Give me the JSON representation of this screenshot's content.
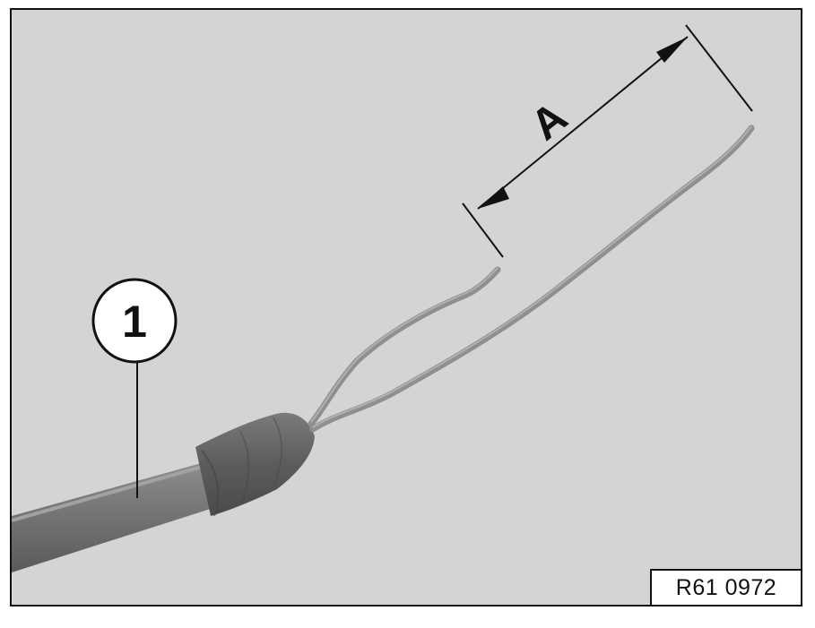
{
  "figure": {
    "callout_number": "1",
    "dimension_label": "A",
    "reference_code": "R61 0972"
  }
}
